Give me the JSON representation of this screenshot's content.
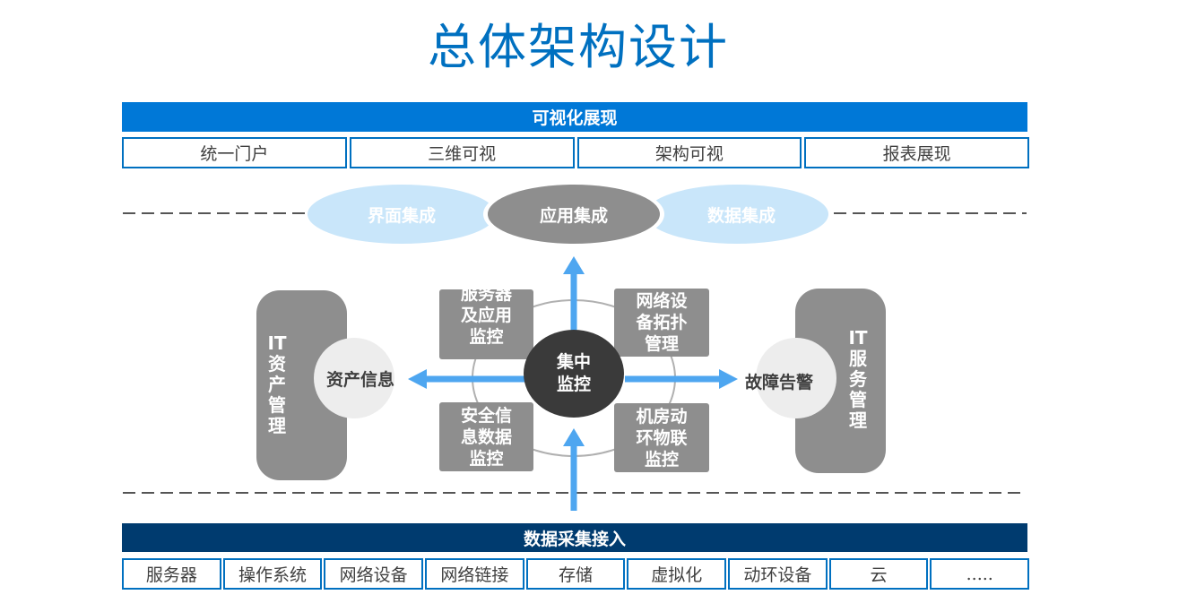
{
  "title": "总体架构设计",
  "top_bar": "可视化展现",
  "top_items": [
    "统一门户",
    "三维可视",
    "架构可视",
    "报表展现"
  ],
  "integration": {
    "left": "界面集成",
    "center": "应用集成",
    "right": "数据集成"
  },
  "monitor": {
    "center": "集中监控",
    "top_left": "服务器及应用监控",
    "top_right": "网络设备拓扑管理",
    "bottom_left": "安全信息数据监控",
    "bottom_right": "机房动环物联监控"
  },
  "left_panel": {
    "label": "IT资产管理",
    "tab": "资产信息"
  },
  "right_panel": {
    "label": "IT服务管理",
    "tab": "故障告警"
  },
  "bottom_bar": "数据采集接入",
  "bottom_items": [
    "服务器",
    "操作系统",
    "网络设备",
    "网络链接",
    "存储",
    "虚拟化",
    "动环设备",
    "云",
    "....."
  ],
  "colors": {
    "blue": "#0078D7",
    "navy": "#003B6F",
    "gray": "#8E8E8E",
    "light_blue": "#C9E6FA",
    "dark": "#3A3A3A",
    "arrow": "#4EA6F0"
  }
}
